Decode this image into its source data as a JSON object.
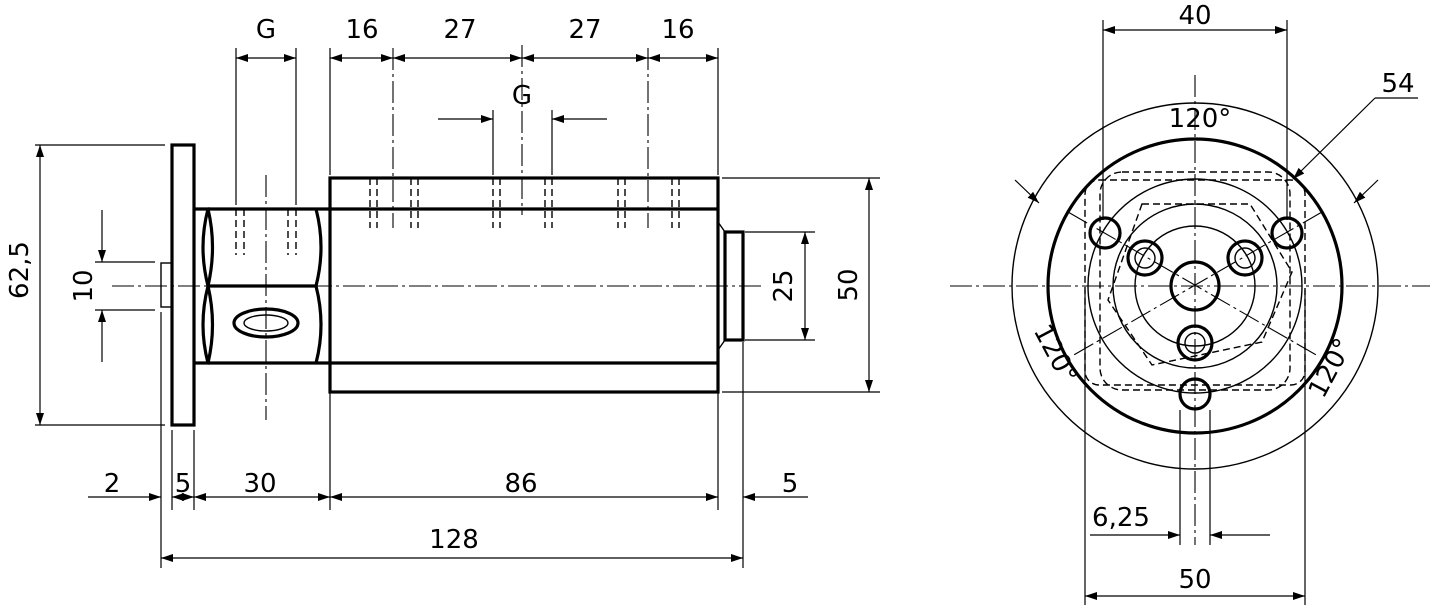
{
  "side_view": {
    "thread_left": "G",
    "thread_top": "G",
    "dim_16a": "16",
    "dim_27a": "27",
    "dim_27b": "27",
    "dim_16b": "16",
    "dim_62_5": "62,5",
    "dim_10": "10",
    "dim_25": "25",
    "dim_50": "50",
    "dim_2": "2",
    "dim_5_left": "5",
    "dim_30": "30",
    "dim_86": "86",
    "dim_5_right": "5",
    "dim_128": "128"
  },
  "front_view": {
    "dim_40": "40",
    "dim_54": "54",
    "angle_top": "120°",
    "angle_left": "120°",
    "angle_right": "120°",
    "dim_6_25": "6,25",
    "dim_50": "50"
  }
}
